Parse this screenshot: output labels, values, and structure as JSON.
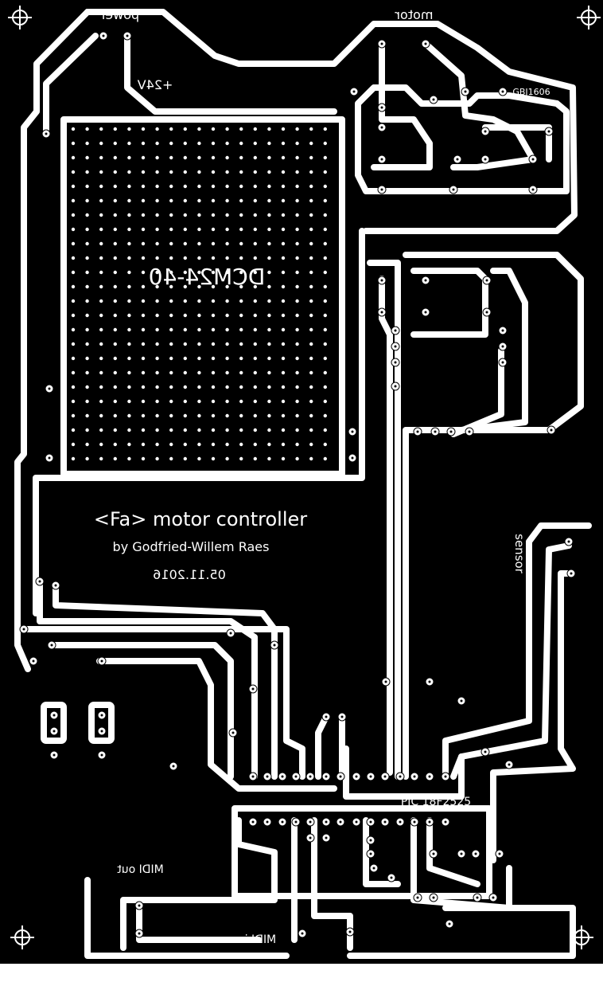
{
  "labels": {
    "power": "power",
    "motor": "motor",
    "plus24v": "+24V",
    "module": "DCM24-40",
    "id_code": "GBJ1606",
    "title": "<Fa> motor controller",
    "author": "by Godfried-Willem Raes",
    "date": "05.11.2016",
    "sensor": "sensor",
    "pic": "PIC 18F2525",
    "midi_out": "MIDI out",
    "midi_in": "MIDI in"
  },
  "colors": {
    "copper": "#000000",
    "substrate": "#ffffff"
  }
}
